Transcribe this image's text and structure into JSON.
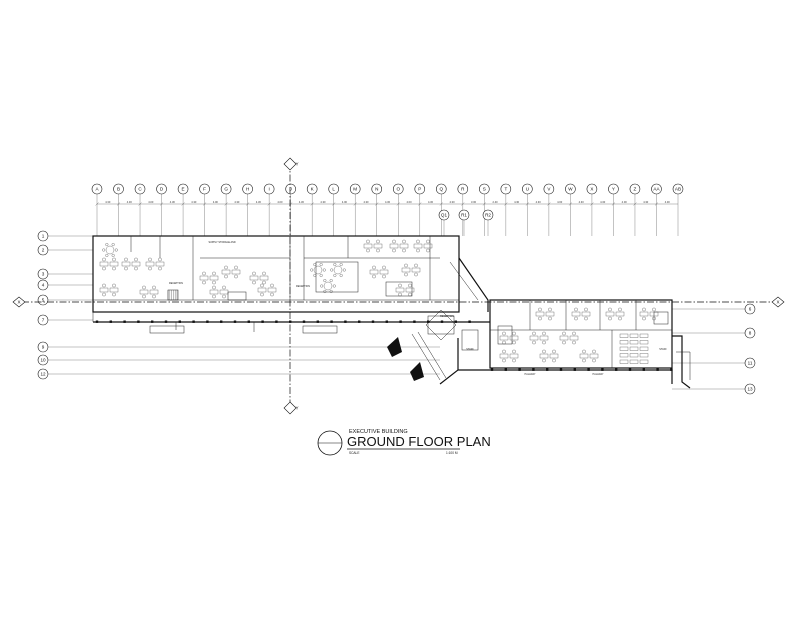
{
  "title_block": {
    "building": "EXECUTIVE BUILDING",
    "plan_title": "GROUND FLOOR PLAN",
    "scale_label": "SCALE",
    "scale_value": "1:100 M"
  },
  "grid_columns": [
    "A",
    "B",
    "C",
    "D",
    "E",
    "F",
    "G",
    "H",
    "I",
    "J",
    "K",
    "L",
    "M",
    "N",
    "O",
    "P",
    "Q",
    "R",
    "S",
    "T",
    "U",
    "V",
    "W",
    "X",
    "Y",
    "Z",
    "AA",
    "AB"
  ],
  "grid_rows_left": [
    "1",
    "2",
    "3",
    "4",
    "5",
    "7",
    "9",
    "10",
    "12"
  ],
  "grid_rows_right": [
    "6",
    "8",
    "11",
    "13"
  ],
  "sub_grids": [
    "Q1",
    "R1",
    "R2"
  ],
  "axes": {
    "x_label": "X",
    "y_label": "Y"
  },
  "column_dimensions": [
    "4.30",
    "4.30",
    "4.00",
    "4.30",
    "4.30",
    "4.00",
    "4.30",
    "4.30",
    "4.00",
    "4.30",
    "4.30",
    "4.00",
    "4.30",
    "4.30",
    "4.00",
    "4.30",
    "4.30",
    "3.00",
    "2.40",
    "4.30",
    "4.30",
    "4.00",
    "4.30",
    "4.30",
    "4.00",
    "4.30",
    "4.30"
  ],
  "room_labels": [
    "SUPPLY STORAGE AND",
    "RECEPTION",
    "RECEPTION",
    "RECEPTION",
    "HALLWAY",
    "HALLWAY",
    "STAFF",
    "STAFF"
  ]
}
